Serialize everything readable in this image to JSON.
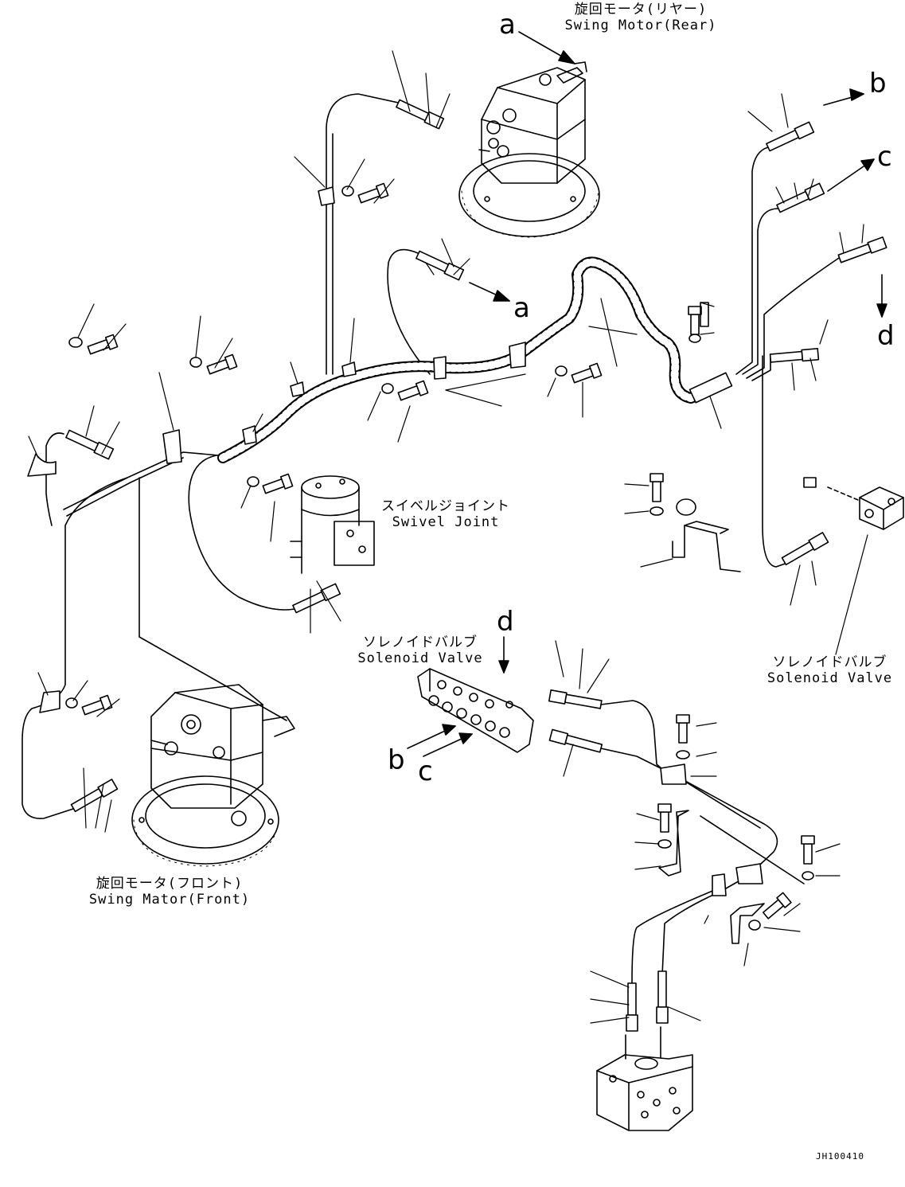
{
  "labels": {
    "swing_motor_rear": {
      "jp": "旋回モータ(リヤー)",
      "en": "Swing Motor(Rear)"
    },
    "swing_motor_front": {
      "jp": "旋回モータ(フロント)",
      "en": "Swing Mator(Front)"
    },
    "swivel_joint": {
      "jp": "スイベルジョイント",
      "en": "Swivel Joint"
    },
    "solenoid_valve_center": {
      "jp": "ソレノイドバルブ",
      "en": "Solenoid Valve"
    },
    "solenoid_valve_right": {
      "jp": "ソレノイドバルブ",
      "en": "Solenoid Valve"
    }
  },
  "connection_letters": {
    "a_top": "a",
    "a_mid": "a",
    "b_right": "b",
    "c_right": "c",
    "d_right": "d",
    "d_center": "d",
    "b_center": "b",
    "c_center": "c"
  },
  "drawing_number": "JH100410",
  "colors": {
    "line": "#000000",
    "background": "#ffffff"
  }
}
